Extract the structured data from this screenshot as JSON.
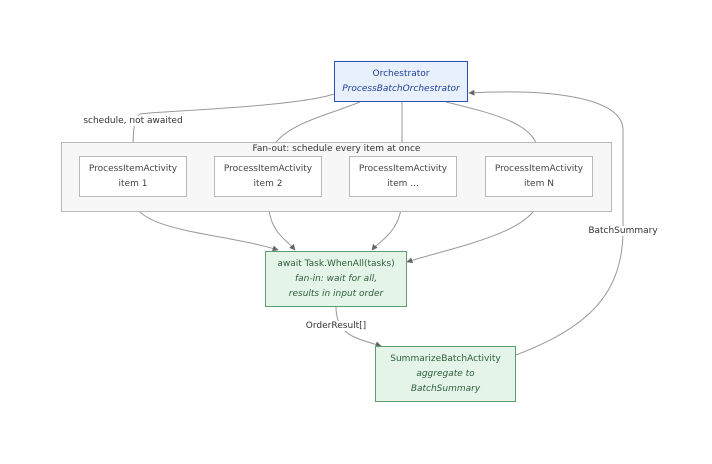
{
  "orchestrator": {
    "title": "Orchestrator",
    "subtitle": "ProcessBatchOrchestrator"
  },
  "cluster": {
    "label": "Fan-out: schedule every item at once"
  },
  "items": [
    {
      "title": "ProcessItemActivity",
      "subtitle": "item 1"
    },
    {
      "title": "ProcessItemActivity",
      "subtitle": "item 2"
    },
    {
      "title": "ProcessItemActivity",
      "subtitle": "item ..."
    },
    {
      "title": "ProcessItemActivity",
      "subtitle": "item N"
    }
  ],
  "fan_in": {
    "title": "await Task.WhenAll(tasks)",
    "line2": "fan-in: wait for all,",
    "line3": "results in input order"
  },
  "summarize": {
    "title": "SummarizeBatchActivity",
    "line2": "aggregate to",
    "line3": "BatchSummary"
  },
  "edge_labels": {
    "schedule": "schedule, not awaited",
    "order_result": "OrderResult[]",
    "batch_summary": "BatchSummary"
  },
  "colors": {
    "edge": "#999999",
    "orchestrator_fill": "#e8f0fd",
    "orchestrator_border": "#2b4fb3",
    "activity_fill": "#e5f4e8",
    "activity_border": "#5c9e6f"
  }
}
